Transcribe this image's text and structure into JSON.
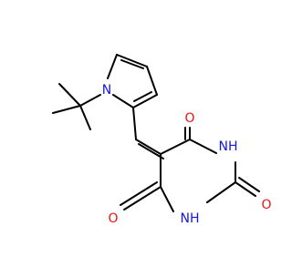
{
  "molecule": {
    "atom_labels": {
      "n_pyrrole": "N",
      "o_top": "O",
      "nh_right": "NH",
      "o_right": "O",
      "nh_bottom": "NH",
      "o_left": "O"
    },
    "colors": {
      "bond": "#000000",
      "nitrogen": "#1515e6",
      "oxygen": "#e61515"
    }
  }
}
